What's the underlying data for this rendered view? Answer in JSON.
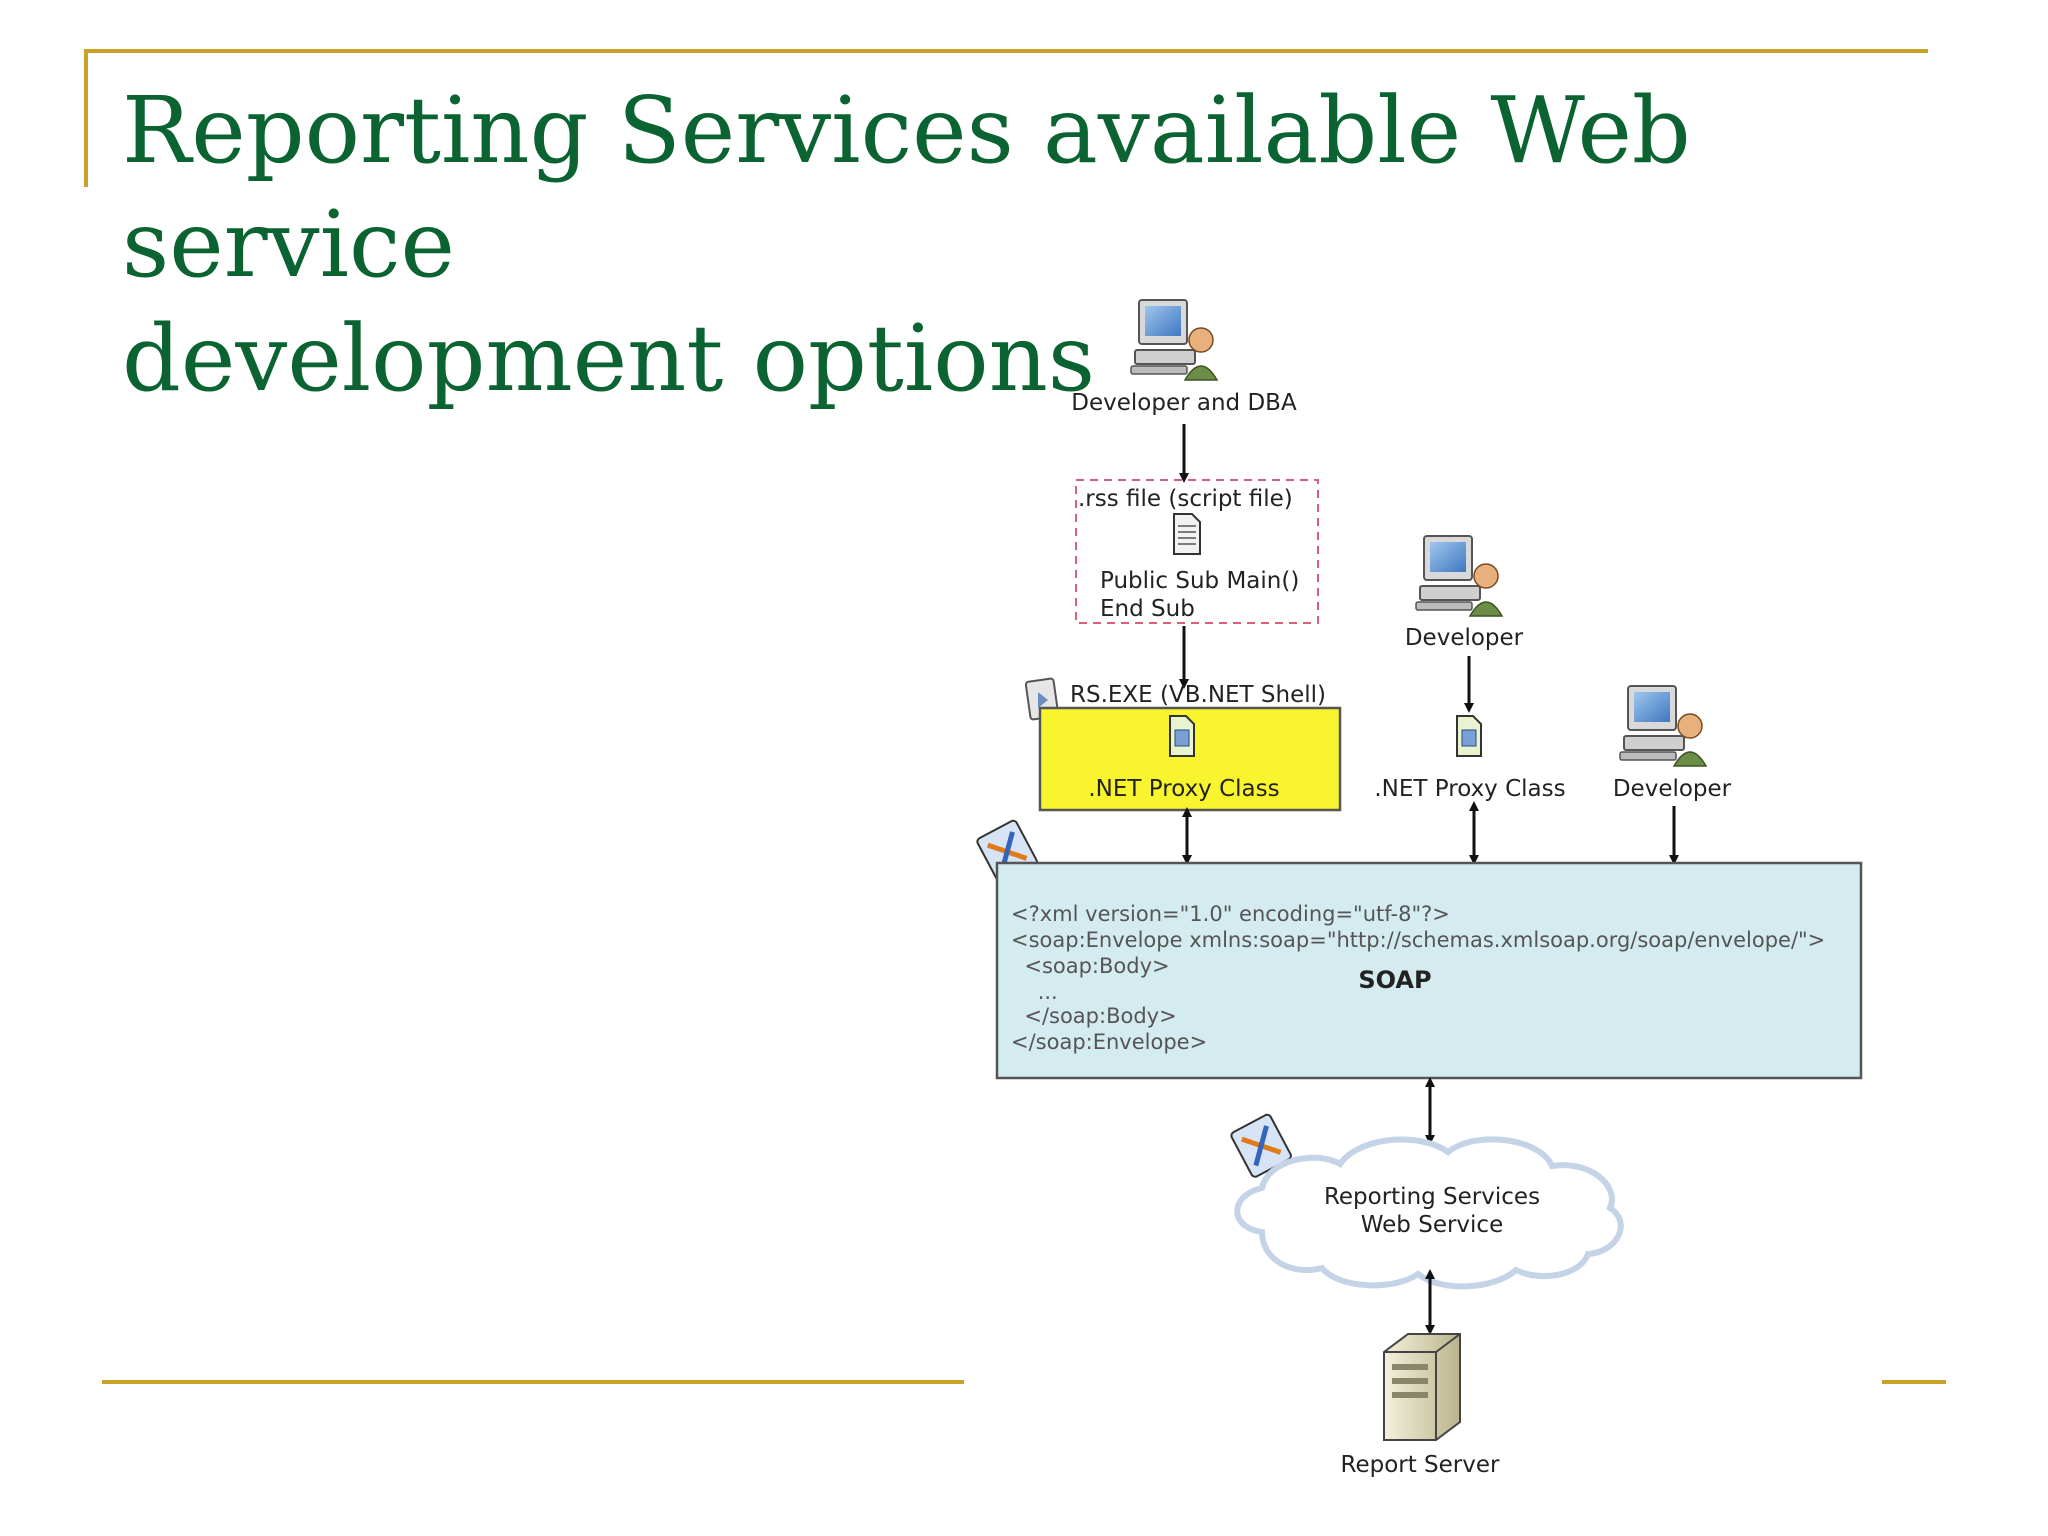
{
  "slide": {
    "title_line1": "Reporting Services available Web service",
    "title_line2": "development options"
  },
  "diagram": {
    "developer_dba_label": "Developer and DBA",
    "rss_file_label": ".rss file (script file)",
    "rss_code_line1": "Public Sub Main()",
    "rss_code_line2": "End Sub",
    "rs_exe_label": "RS.EXE (VB.NET Shell)",
    "proxy_class_yellow_label": ".NET Proxy Class",
    "developer_mid_label": "Developer",
    "proxy_class_mid_label": ".NET Proxy Class",
    "developer_right_label": "Developer",
    "soap_code": [
      "<?xml version=\"1.0\" encoding=\"utf-8\"?>",
      "<soap:Envelope xmlns:soap=\"http://schemas.xmlsoap.org/soap/envelope/\">",
      "  <soap:Body>",
      "    ...",
      "  </soap:Body>",
      "</soap:Envelope>"
    ],
    "soap_label": "SOAP",
    "web_service_line1": "Reporting Services",
    "web_service_line2": "Web Service",
    "report_server_label": "Report Server"
  },
  "colors": {
    "title": "#0b6332",
    "rule": "#c9a227",
    "soap_box": "#d4ebf0",
    "proxy_box": "#f8f52e"
  }
}
